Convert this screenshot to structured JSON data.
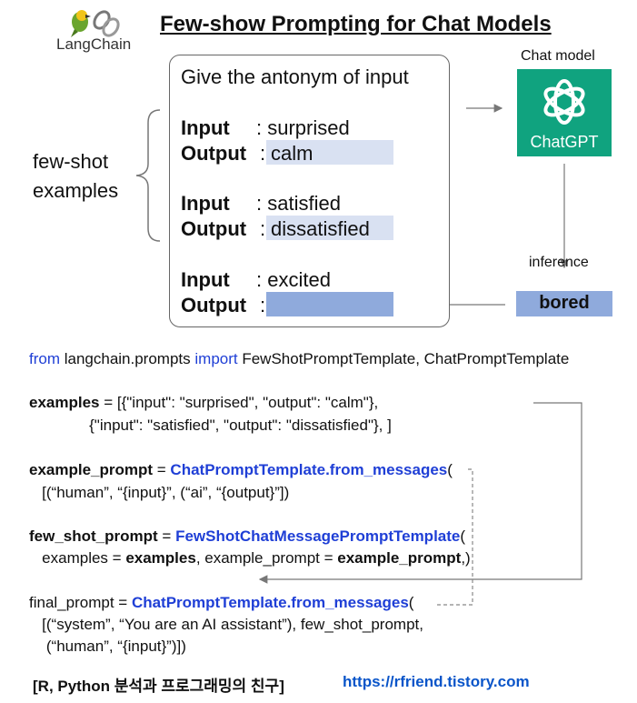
{
  "logo": {
    "text": "LangChain"
  },
  "title": "Few-show Prompting for Chat Models",
  "prompt_card": {
    "instruction": "Give the antonym of input",
    "examples": [
      {
        "input_label": "Input",
        "input_value": "surprised",
        "output_label": "Output",
        "output_value": "calm"
      },
      {
        "input_label": "Input",
        "input_value": "satisfied",
        "output_label": "Output",
        "output_value": "dissatisfied"
      }
    ],
    "query": {
      "input_label": "Input",
      "input_value": "excited",
      "output_label": "Output"
    },
    "separator": ":"
  },
  "fewshot_label": {
    "line1": "few-shot",
    "line2": "examples"
  },
  "chat_model": {
    "label": "Chat model",
    "name": "ChatGPT"
  },
  "inference": {
    "label": "inference",
    "result": "bored"
  },
  "code": {
    "l1": {
      "kw1": "from",
      "mod": " langchain.prompts ",
      "kw2": "import",
      "rest": " FewShotPromptTemplate, ChatPromptTemplate"
    },
    "l2": {
      "var": "examples",
      "rest": " = [{\"input\": \"surprised\", \"output\": \"calm\"},"
    },
    "l3": "              {\"input\": \"satisfied\", \"output\": \"dissatisfied\"}, ]",
    "l4": {
      "var": "example_prompt",
      "eq": " = ",
      "fn": "ChatPromptTemplate.from_messages",
      "rest": "("
    },
    "l5": "   [(“human”, “{input}”, (“ai”, “{output}”])",
    "l6": {
      "var": "few_shot_prompt",
      "eq": " = ",
      "fn": "FewShotChatMessagePromptTemplate",
      "rest": "("
    },
    "l7": {
      "a": "   examples = ",
      "b": "examples",
      "c": ", example_prompt = ",
      "d": "example_prompt",
      "e": ",)"
    },
    "l8": {
      "var": "final_prompt",
      "eq": " = ",
      "fn": "ChatPromptTemplate.from_messages",
      "rest": "("
    },
    "l9": "   [(“system”, “You are an AI assistant”), few_shot_prompt,",
    "l10": "    (“human”, “{input}”)])"
  },
  "footer": {
    "text": "[R, Python 분석과 프로그래밍의 친구]",
    "url": "https://rfriend.tistory.com"
  },
  "colors": {
    "chatgpt_green": "#10a37f",
    "highlight_light": "#d9e1f2",
    "highlight_dark": "#8faadc",
    "code_keyword": "#1f3fd6"
  }
}
